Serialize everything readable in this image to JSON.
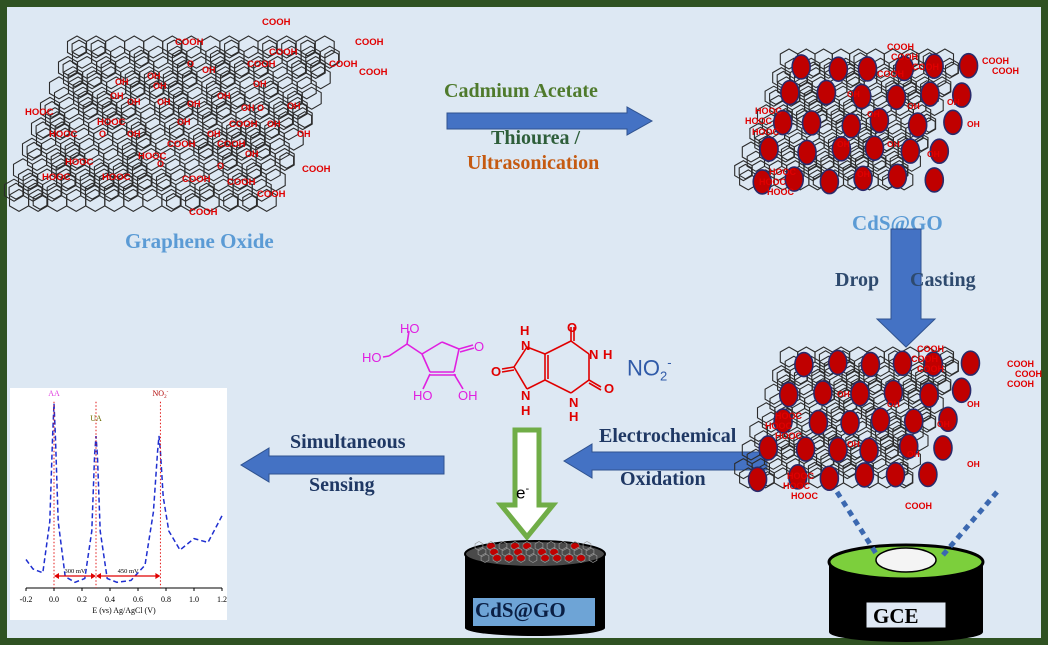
{
  "labels": {
    "graphene_oxide": "Graphene Oxide",
    "cadmium_acetate": "Cadmium Acetate",
    "thiourea": "Thiourea /",
    "ultrasonication": "Ultrasonication",
    "cds_go": "CdS@GO",
    "drop": "Drop",
    "casting": "Casting",
    "electrochemical": "Electrochemical",
    "oxidation": "Oxidation",
    "simultaneous": "Simultaneous",
    "sensing": "Sensing",
    "electron": "e",
    "electron_sup": "-",
    "nitrite": "NO",
    "nitrite_sub": "2",
    "nitrite_sup": "-",
    "gce": "GCE",
    "electrode_label": "CdS@GO"
  },
  "chem": {
    "cooh": "COOH",
    "hooc": "HOOC",
    "oh": "OH",
    "ho": "HO",
    "o": "O",
    "h": "H",
    "n": "N"
  },
  "colors": {
    "frame": "#2f5222",
    "background": "#dde8f3",
    "arrow": "#4472c4",
    "go_label": "#5b9bd5",
    "cadmium": "#4f7a2c",
    "thiourea": "#2e5e3a",
    "ultrasonication": "#c55a11",
    "cds": "#c00000",
    "ascorbic_acid": "#e020e0",
    "uric_acid": "#e00000",
    "nitrite": "#2f5aa8",
    "electron_arrow": "#70ad47",
    "gce_top": "#7ccf3c"
  },
  "chart_data": {
    "type": "line",
    "series": [
      {
        "x": [
          -0.2,
          -0.15,
          -0.08,
          -0.03,
          -0.01,
          0.0,
          0.01,
          0.03,
          0.08,
          0.15,
          0.22,
          0.27,
          0.29,
          0.3,
          0.31,
          0.33,
          0.38,
          0.45,
          0.55,
          0.65,
          0.71,
          0.74,
          0.75,
          0.76,
          0.78,
          0.82,
          0.9,
          1.0,
          1.1,
          1.2
        ],
        "y": [
          0.15,
          0.1,
          0.08,
          0.35,
          0.8,
          0.97,
          0.8,
          0.35,
          0.06,
          0.03,
          0.05,
          0.3,
          0.7,
          0.8,
          0.7,
          0.3,
          0.05,
          0.03,
          0.04,
          0.12,
          0.4,
          0.72,
          0.8,
          0.72,
          0.48,
          0.3,
          0.2,
          0.26,
          0.24,
          0.38
        ]
      }
    ],
    "peaks": [
      {
        "label": "AA",
        "x": 0.0
      },
      {
        "label": "UA",
        "x": 0.3
      },
      {
        "label": "NO",
        "label_sub": "2",
        "label_sup": "-",
        "x": 0.76
      }
    ],
    "separations": [
      "300 mV",
      "450 mV"
    ],
    "x_ticks": [
      "-0.2",
      "0.0",
      "0.2",
      "0.4",
      "0.6",
      "0.8",
      "1.0",
      "1.2"
    ],
    "xlabel": "E (vs) Ag/AgCl (V)",
    "xlim": [
      -0.2,
      1.2
    ],
    "ylim": [
      0,
      1
    ]
  }
}
